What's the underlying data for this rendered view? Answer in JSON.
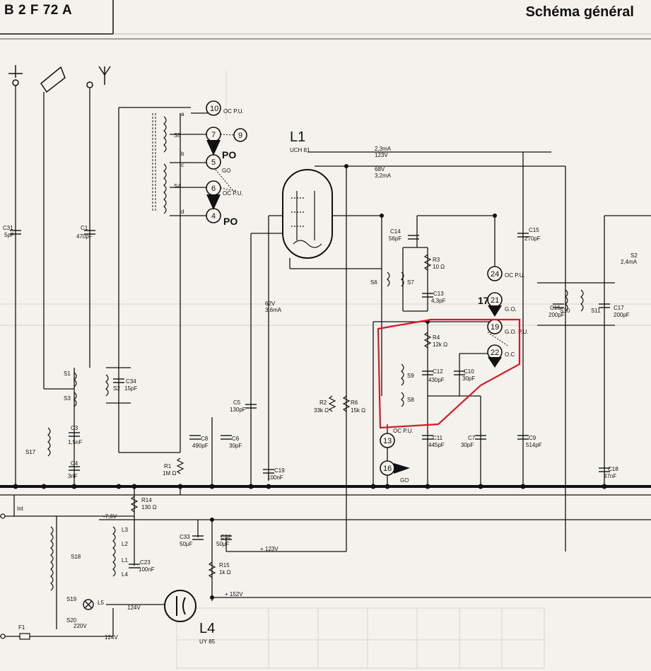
{
  "header": {
    "model": "B 2 F 72 A",
    "title": "Schéma général"
  },
  "tubes": {
    "l1": {
      "name": "L1",
      "type": "UCH 81"
    },
    "l4": {
      "name": "L4",
      "type": "UY 85"
    }
  },
  "connections": [
    {
      "num": "10",
      "label": "OC P.U."
    },
    {
      "num": "7",
      "label": ""
    },
    {
      "num": "9",
      "label": ""
    },
    {
      "num": "5",
      "label": "GO"
    },
    {
      "num": "6",
      "label": "OC P.U."
    },
    {
      "num": "4",
      "label": ""
    },
    {
      "num": "24",
      "label": "OC P.U."
    },
    {
      "num": "21",
      "label": "G.O."
    },
    {
      "num": "19",
      "label": "G.O. P.U."
    },
    {
      "num": "22",
      "label": "O.C"
    },
    {
      "num": "13",
      "label": "OC P.U."
    },
    {
      "num": "16",
      "label": "GO"
    }
  ],
  "handwritten": {
    "po1": "PO",
    "po2": "PO",
    "n17": "17"
  },
  "components": {
    "C31": {
      "name": "C31",
      "value": "5pF"
    },
    "C1": {
      "name": "C1",
      "value": "470pF"
    },
    "C14": {
      "name": "C14",
      "value": "56pF"
    },
    "R3": {
      "name": "R3",
      "value": "10 Ω"
    },
    "C13": {
      "name": "C13",
      "value": "4,3pF"
    },
    "C15": {
      "name": "C15",
      "value": "270pF"
    },
    "C16": {
      "name": "C16",
      "value": "200pF"
    },
    "C17": {
      "name": "C17",
      "value": "200pF"
    },
    "R4": {
      "name": "R4",
      "value": "12k Ω"
    },
    "C12": {
      "name": "C12",
      "value": "430pF"
    },
    "C10": {
      "name": "C10",
      "value": "30pF"
    },
    "C34": {
      "name": "C34",
      "value": "15pF"
    },
    "C3": {
      "name": "C3",
      "value": "1,5nF"
    },
    "C4": {
      "name": "C4",
      "value": "3nF"
    },
    "C5": {
      "name": "C5",
      "value": "130pF"
    },
    "C8": {
      "name": "C8",
      "value": "490pF"
    },
    "C6": {
      "name": "C6",
      "value": "30pF"
    },
    "R1": {
      "name": "R1",
      "value": "1M Ω"
    },
    "C19": {
      "name": "C19",
      "value": "100nF"
    },
    "R2": {
      "name": "R2",
      "value": "33k Ω"
    },
    "R6": {
      "name": "R6",
      "value": "15k Ω"
    },
    "C11": {
      "name": "C11",
      "value": "445pF"
    },
    "C7": {
      "name": "C7",
      "value": "30pF"
    },
    "C9": {
      "name": "C9",
      "value": "514pF"
    },
    "C18": {
      "name": "C18",
      "value": "47nF"
    },
    "R14": {
      "name": "R14",
      "value": "130 Ω"
    },
    "C23": {
      "name": "C23",
      "value": "100nF"
    },
    "C33": {
      "name": "C33",
      "value": "50μF"
    },
    "C32": {
      "name": "C32",
      "value": "50μF"
    },
    "R15": {
      "name": "R15",
      "value": "1k Ω"
    }
  },
  "coils": {
    "S5": "S5",
    "S4": "S4",
    "S1": "S1",
    "S2": "S2",
    "S3": "S3",
    "S17": "S17",
    "S6": "S6",
    "S7": "S7",
    "S9": "S9",
    "S8": "S8",
    "S10": "S10",
    "S11": "S11",
    "S18": "S18",
    "S19": "S19",
    "S20": "S20"
  },
  "taps": {
    "a": "a",
    "b": "b",
    "c": "c",
    "d": "d"
  },
  "lamps": {
    "L3": "L3",
    "L2": "L2",
    "L1": "L1",
    "L4": "L4",
    "L5": "L5"
  },
  "voltages": {
    "v1": "2,3mA",
    "v2": "123V",
    "v3": "68V",
    "v4": "3,2mA",
    "v5": "62V",
    "v6": "3,6mA",
    "v7": "+ 123V",
    "v8": "+ 152V",
    "v9": "124V",
    "v10": "124V",
    "v11": "220V",
    "v12": "-7,6V",
    "v13": "2,4mA",
    "v14": "S2"
  },
  "fuse": "F1",
  "switch": "Int",
  "highlight_color": "#d8182a"
}
